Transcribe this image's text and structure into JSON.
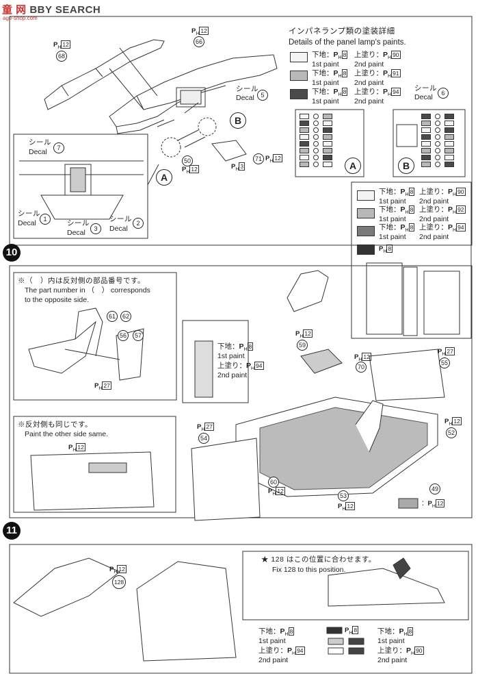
{
  "header": {
    "logo_mark": "童 网",
    "logo_text": "BBY SEARCH",
    "logo_sub": "age-shop.com"
  },
  "colors": {
    "white_paint": "#f4f4f4",
    "light_gray_paint": "#b8b8b8",
    "dark_gray_paint": "#4a4a4a",
    "black_paint": "#222222"
  },
  "ph_prefix": "P",
  "ph_sub": "H",
  "step9": {
    "paint_title_jp": "インパネランプ類の塗装詳細",
    "paint_title_en": "Details of the panel lamp's paints.",
    "rows": [
      {
        "base_jp": "下地：",
        "base_code": "8",
        "top_jp": "上塗り：",
        "top_code": "90",
        "first": "1st paint",
        "second": "2nd paint"
      },
      {
        "base_jp": "下地：",
        "base_code": "8",
        "top_jp": "上塗り：",
        "top_code": "91",
        "first": "1st paint",
        "second": "2nd paint"
      },
      {
        "base_jp": "下地：",
        "base_code": "8",
        "top_jp": "上塗り：",
        "top_code": "94",
        "first": "1st paint",
        "second": "2nd paint"
      }
    ],
    "decal_jp": "シール",
    "decal_en": "Decal",
    "labels": {
      "p68": "68",
      "p66": "66",
      "p50": "50",
      "p71": "71",
      "ph12_a": "12",
      "ph12_b": "12",
      "ph12_c": "12",
      "ph3": "3",
      "decal5": "5",
      "decal6": "6",
      "decal7": "7",
      "decal1": "1",
      "decal3": "3",
      "decal2": "2",
      "A": "A",
      "B": "B"
    }
  },
  "step10": {
    "step_no": "10",
    "note1_jp": "※（　）内は反対側の部品番号です。",
    "note1_en_1": "The part number in （　） corresponds",
    "note1_en_2": "to the opposite side.",
    "note2_jp": "※反対側も同じです。",
    "note2_en": "Paint the other side same.",
    "right_rows": [
      {
        "base_jp": "下地：",
        "base_code": "8",
        "top_jp": "上塗り：",
        "top_code": "90",
        "first": "1st paint",
        "second": "2nd paint"
      },
      {
        "base_jp": "下地：",
        "base_code": "8",
        "top_jp": "上塗り：",
        "top_code": "92",
        "first": "1st paint",
        "second": "2nd paint"
      },
      {
        "base_jp": "下地：",
        "base_code": "8",
        "top_jp": "上塗り：",
        "top_code": "94",
        "first": "1st paint",
        "second": "2nd paint"
      }
    ],
    "black_code": "8",
    "mid_base_jp": "下地：",
    "mid_base_code": "8",
    "mid_first": "1st paint",
    "mid_top_jp": "上塗り：",
    "mid_top_code": "94",
    "mid_second": "2nd paint",
    "floor_code": "12",
    "labels": {
      "p61": "61",
      "p62": "62",
      "p56": "56",
      "p57": "57",
      "p59": "59",
      "p70": "70",
      "p55": "55",
      "p52": "52",
      "p54": "54",
      "p60": "60",
      "p53": "53",
      "p49": "49",
      "ph27_a": "27",
      "ph27_b": "27",
      "ph27_c": "27",
      "ph12_a": "12",
      "ph12_b": "12",
      "ph12_c": "12",
      "ph12_d": "12",
      "ph12_e": "12",
      "ph12_f": "12"
    }
  },
  "step11": {
    "step_no": "11",
    "note_jp": "★ 128 はこの位置に合わせます。",
    "note_en": "Fix 128 to this position.",
    "p128": "128",
    "ph12": "12",
    "left_base_jp": "下地：",
    "left_base_code": "8",
    "left_first": "1st paint",
    "left_top_jp": "上塗り：",
    "left_top_code": "94",
    "left_second": "2nd paint",
    "right_base_jp": "下地：",
    "right_base_code": "8",
    "right_first": "1st paint",
    "right_top_jp": "上塗り：",
    "right_top_code": "90",
    "right_second": "2nd paint",
    "center_code": "8"
  }
}
